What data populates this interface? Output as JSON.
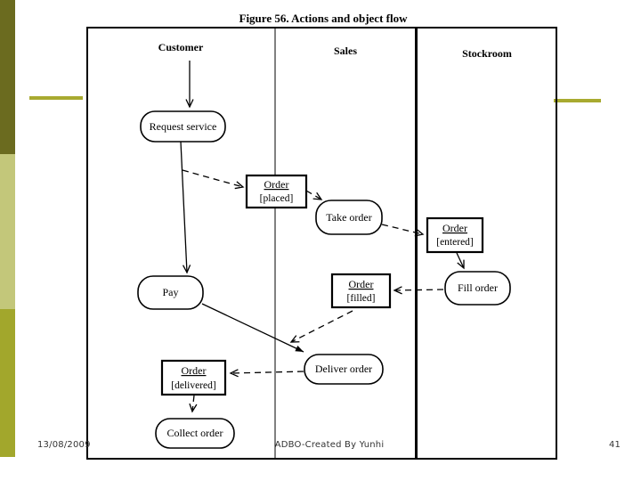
{
  "slide": {
    "footer": {
      "date": "13/08/2009",
      "credit": "ADBO-Created By Yunhi",
      "page_number": "41"
    },
    "accent_colors": {
      "sidebar_top": "#6b6b1f",
      "sidebar_middle": "#c3c77a",
      "sidebar_bottom": "#a2a72c",
      "divider_line": "#a8aa30"
    }
  },
  "diagram": {
    "title": "Figure 56.  Actions and object flow",
    "lanes": {
      "customer": "Customer",
      "sales": "Sales",
      "stockroom": "Stockroom"
    },
    "actions": {
      "request_service": "Request service",
      "take_order": "Take order",
      "fill_order": "Fill order",
      "pay": "Pay",
      "deliver_order": "Deliver order",
      "collect_order": "Collect order"
    },
    "objects": {
      "placed": {
        "name": "Order",
        "state": "[placed]"
      },
      "entered": {
        "name": "Order",
        "state": "[entered]"
      },
      "filled": {
        "name": "Order",
        "state": "[filled]"
      },
      "delivered": {
        "name": "Order",
        "state": "[delivered]"
      }
    }
  }
}
